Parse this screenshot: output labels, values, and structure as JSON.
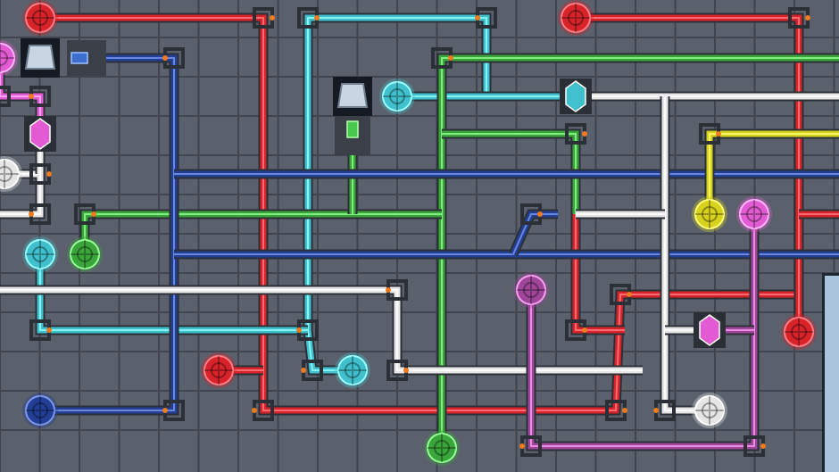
{
  "game": {
    "kind": "pipe-connection-puzzle",
    "colors": {
      "background": "#5a606c",
      "grid_line": "#3f444e",
      "fitting": "#2b2f36",
      "connector": "#f07a1e",
      "red": "#d8232a",
      "cyan": "#3fc0cc",
      "green": "#3aa53a",
      "blue": "#233f95",
      "white": "#e6e6e6",
      "yellow": "#d7d21e",
      "magenta": "#a0469a",
      "pink": "#e35bd2",
      "panel": "#a9c4dc"
    },
    "targets": [
      {
        "color": "red"
      },
      {
        "color": "red"
      },
      {
        "color": "red"
      },
      {
        "color": "red"
      },
      {
        "color": "cyan"
      },
      {
        "color": "cyan"
      },
      {
        "color": "cyan"
      },
      {
        "color": "green"
      },
      {
        "color": "green"
      },
      {
        "color": "blue"
      },
      {
        "color": "white"
      },
      {
        "color": "white"
      },
      {
        "color": "yellow"
      },
      {
        "color": "magenta"
      },
      {
        "color": "pink"
      },
      {
        "color": "pink"
      }
    ],
    "crystals": [
      {
        "color": "pink"
      },
      {
        "color": "cyan"
      },
      {
        "color": "pink"
      }
    ],
    "machines": [
      "dispenser-box",
      "blue-emitter",
      "dispenser-box",
      "green-emitter"
    ]
  }
}
